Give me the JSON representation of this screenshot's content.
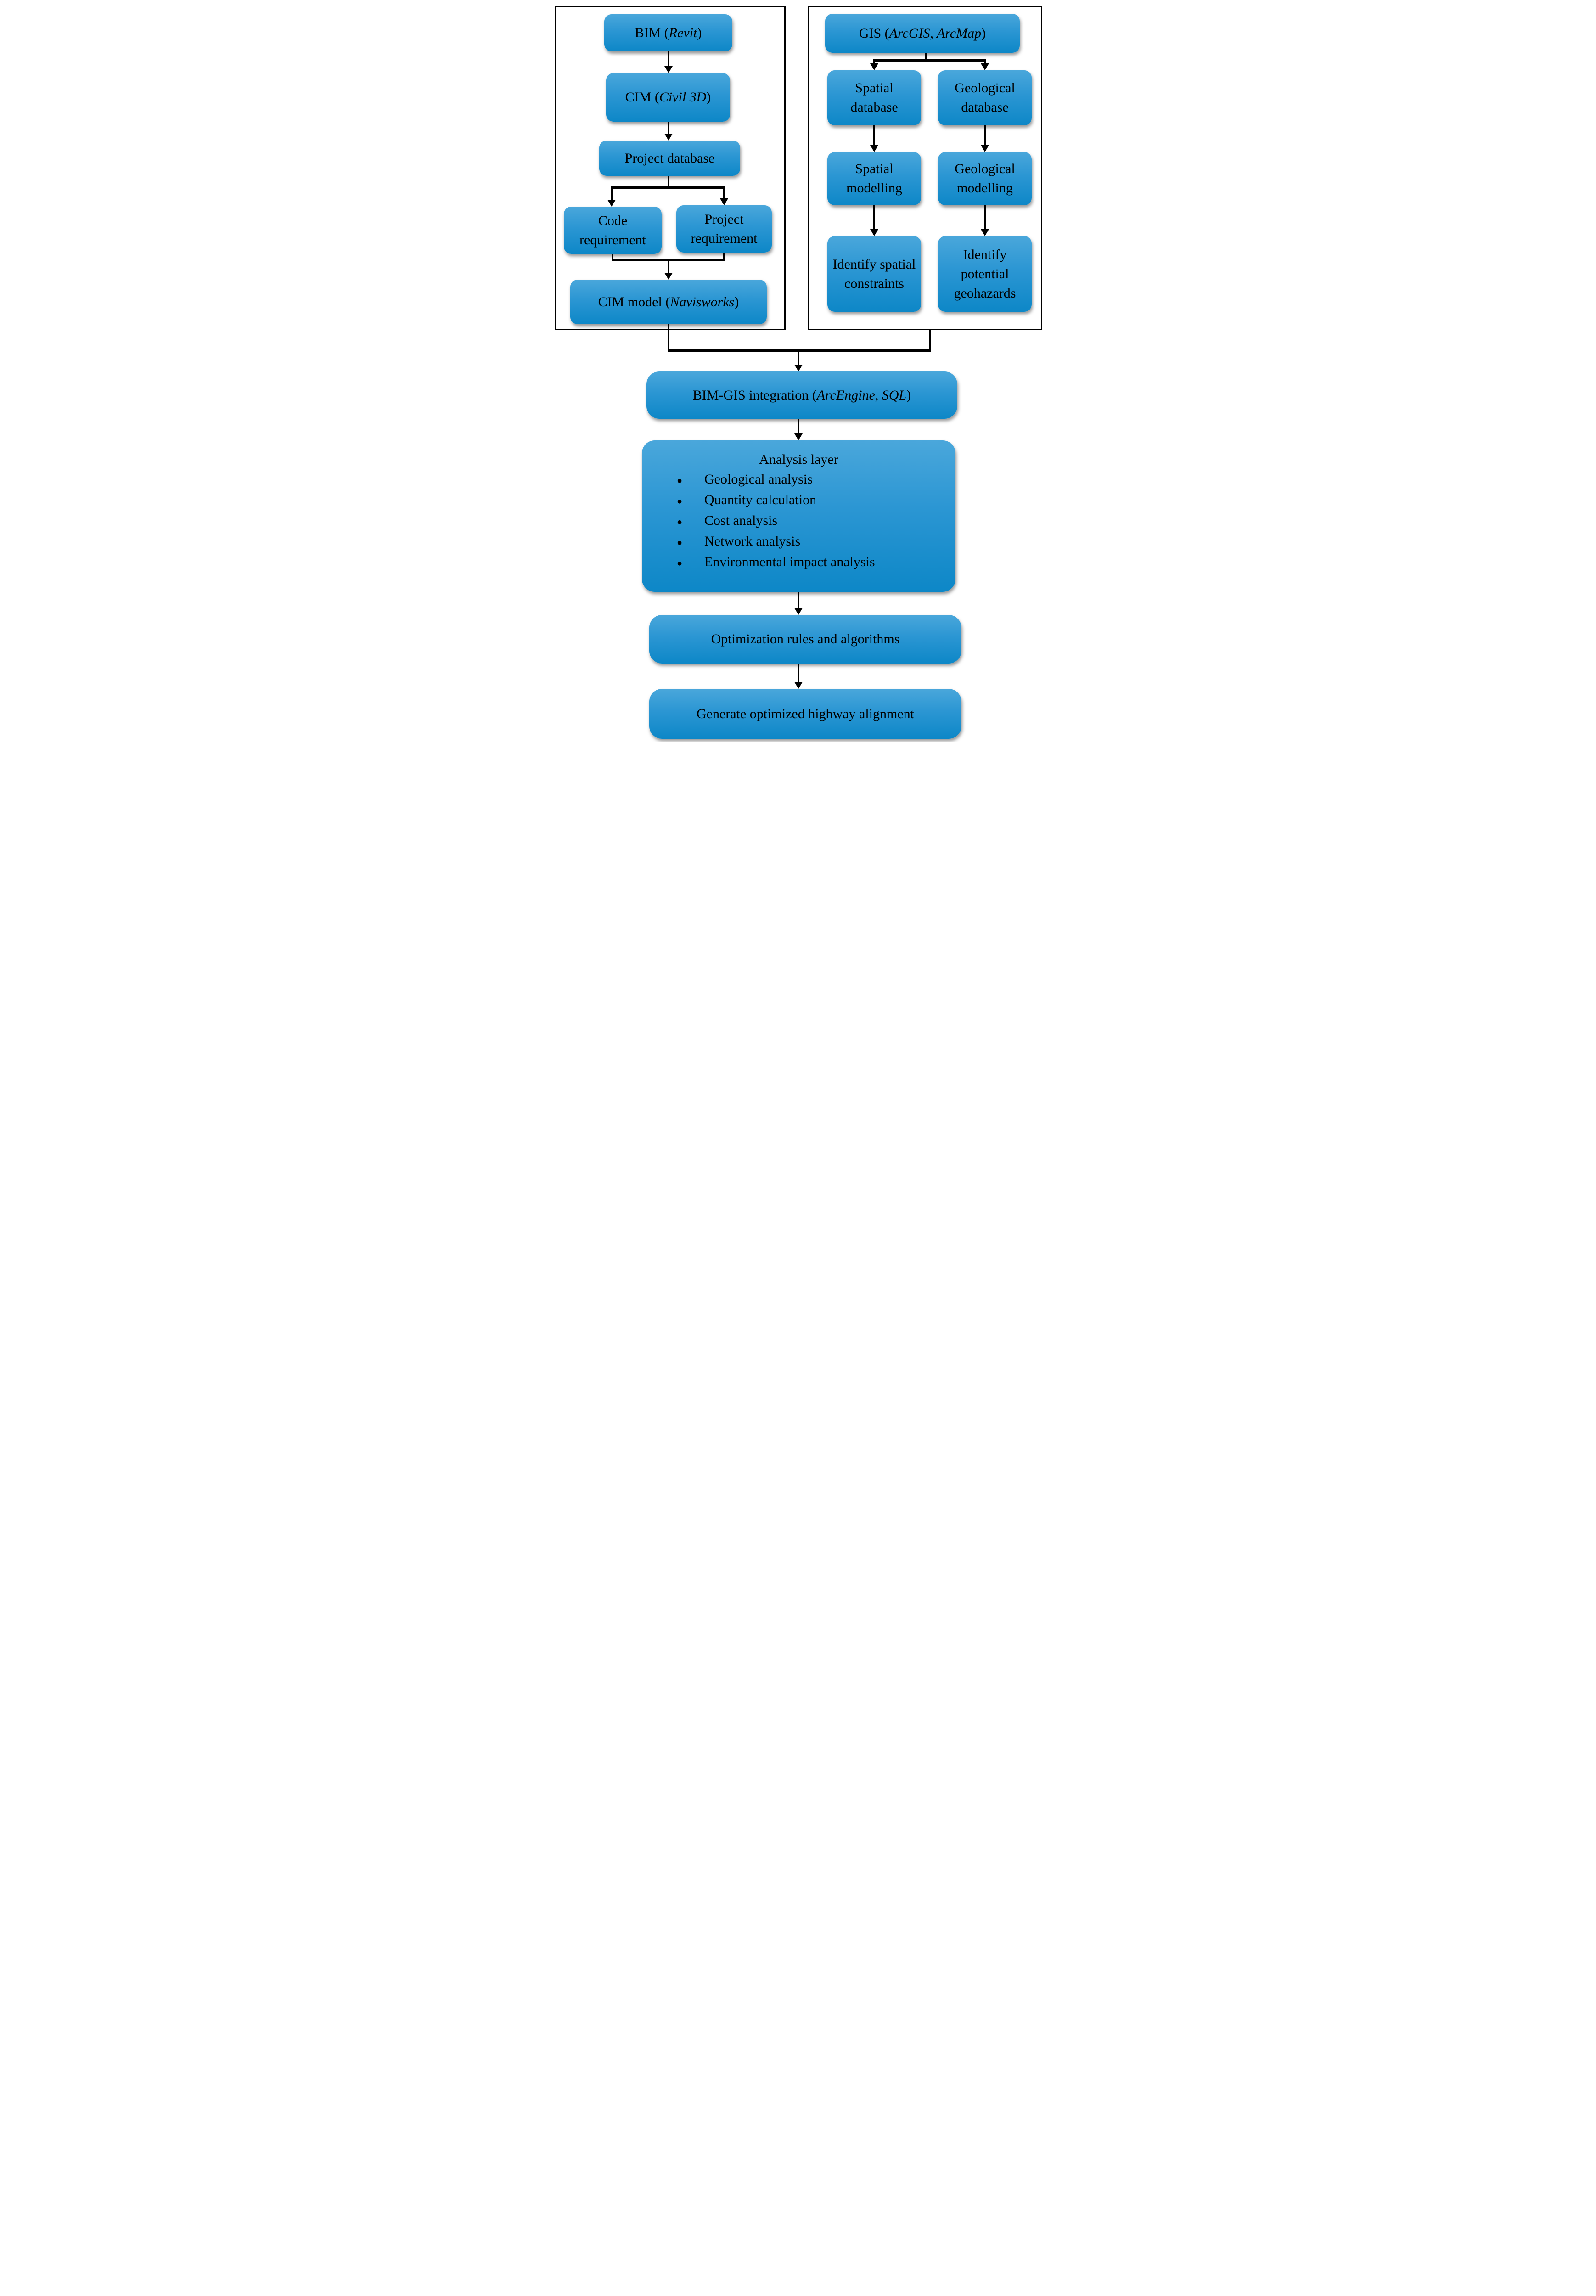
{
  "diagram": {
    "left_panel": {
      "bim": {
        "pre": "BIM (",
        "italic": "Revit",
        "post": ")"
      },
      "cim": {
        "pre": "CIM (",
        "italic": "Civil 3D",
        "post": ")"
      },
      "project_database": "Project database",
      "code_requirement": "Code requirement",
      "project_requirement": "Project requirement",
      "cim_model": {
        "pre": "CIM model (",
        "italic": "Navisworks",
        "post": ")"
      }
    },
    "right_panel": {
      "gis": {
        "pre": "GIS (",
        "italic": "ArcGIS, ArcMap",
        "post": ")"
      },
      "spatial_database": "Spatial database",
      "geological_database": "Geological database",
      "spatial_modelling": "Spatial modelling",
      "geological_modelling": "Geological modelling",
      "identify_spatial_constraints": "Identify spatial constraints",
      "identify_potential_geohazards": "Identify potential geohazards"
    },
    "integration": {
      "pre": "BIM-GIS integration (",
      "italic": "ArcEngine, SQL",
      "post": ")"
    },
    "analysis": {
      "title": "Analysis layer",
      "bullet_icon": "●",
      "items": [
        "Geological analysis",
        "Quantity calculation",
        "Cost analysis",
        "Network analysis",
        "Environmental impact analysis"
      ]
    },
    "optimization": "Optimization rules and algorithms",
    "generate": "Generate optimized highway alignment",
    "colors": {
      "box_gradient_top": "#4aa7db",
      "box_gradient_bottom": "#0d87c7",
      "line": "#000000",
      "background": "#ffffff"
    }
  }
}
